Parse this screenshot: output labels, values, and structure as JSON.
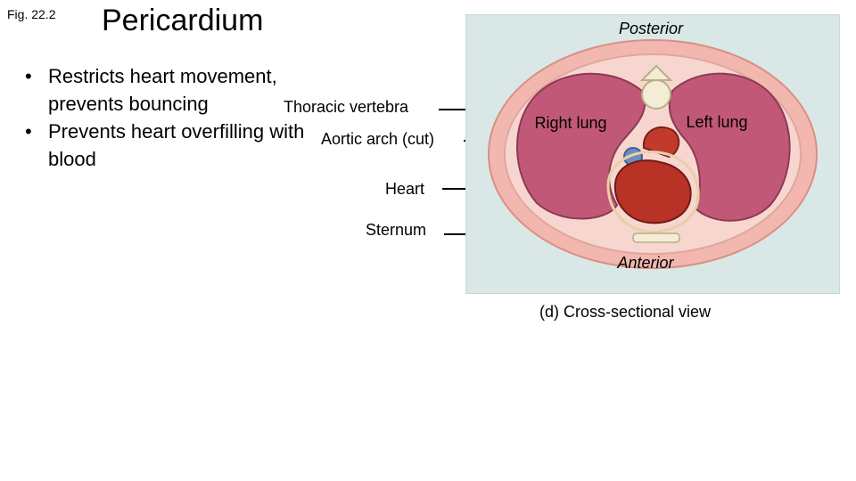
{
  "figure": {
    "fig_label": "Fig. 22.2",
    "title": "Pericardium",
    "caption": "(d) Cross-sectional view"
  },
  "bullets": [
    "Restricts heart movement, prevents bouncing",
    "Prevents heart overfilling with blood"
  ],
  "labels": {
    "thoracic_vertebra": "Thoracic vertebra",
    "aortic_arch": "Aortic arch (cut)",
    "heart": "Heart",
    "sternum": "Sternum",
    "right_lung": "Right lung",
    "left_lung": "Left lung",
    "posterior": "Posterior",
    "anterior": "Anterior"
  },
  "colors": {
    "background_tint": "#d9e8e6",
    "skin": "#f2b8b0",
    "lung": "#c25878",
    "heart": "#b83225",
    "vessel_blue": "#6b8fc4"
  }
}
